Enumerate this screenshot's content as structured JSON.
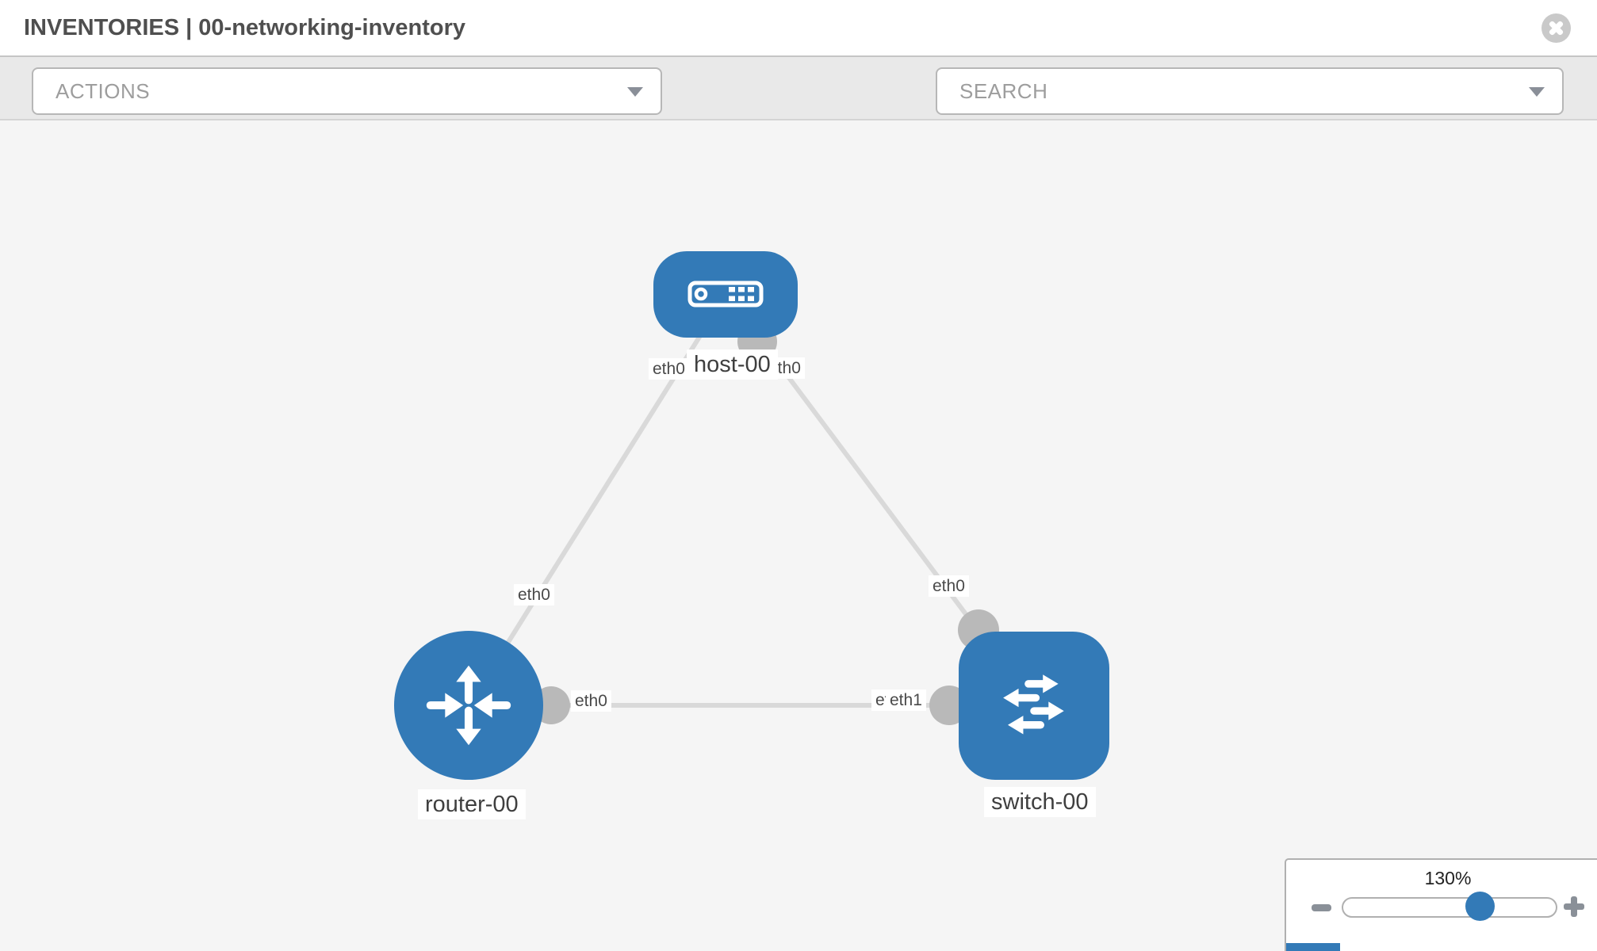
{
  "header": {
    "title": "INVENTORIES | 00-networking-inventory"
  },
  "toolbar": {
    "actions_label": "ACTIONS",
    "search_label": "SEARCH",
    "icons": [
      "wrench-icon",
      "key-icon"
    ]
  },
  "zoom_control": {
    "level": "130%",
    "minus_icon": "minus-icon",
    "plus_icon": "plus-icon"
  },
  "topology": {
    "nodes": [
      {
        "name": "host-00",
        "type": "host"
      },
      {
        "name": "router-00",
        "type": "router"
      },
      {
        "name": "switch-00",
        "type": "switch"
      }
    ],
    "links": [
      {
        "from": "host-00",
        "from_interface": "eth0",
        "to": "router-00",
        "to_interface": "eth0"
      },
      {
        "from": "host-00",
        "from_interface": "eth0",
        "to": "switch-00",
        "to_interface": "eth0"
      },
      {
        "from": "router-00",
        "from_interface": "eth0",
        "to": "switch-00",
        "to_interface": "eth1"
      }
    ],
    "iface_labels": [
      "eth0",
      "eth0",
      "eth0",
      "eth0",
      "eth0",
      "eth0",
      "eth1"
    ]
  },
  "colors": {
    "node_blue": "#337ab7",
    "link_gray": "#d9d9d9",
    "connector_gray": "#b9b9b9",
    "canvas_bg": "#f5f5f5",
    "toolbar_bg": "#e9e9e9"
  }
}
